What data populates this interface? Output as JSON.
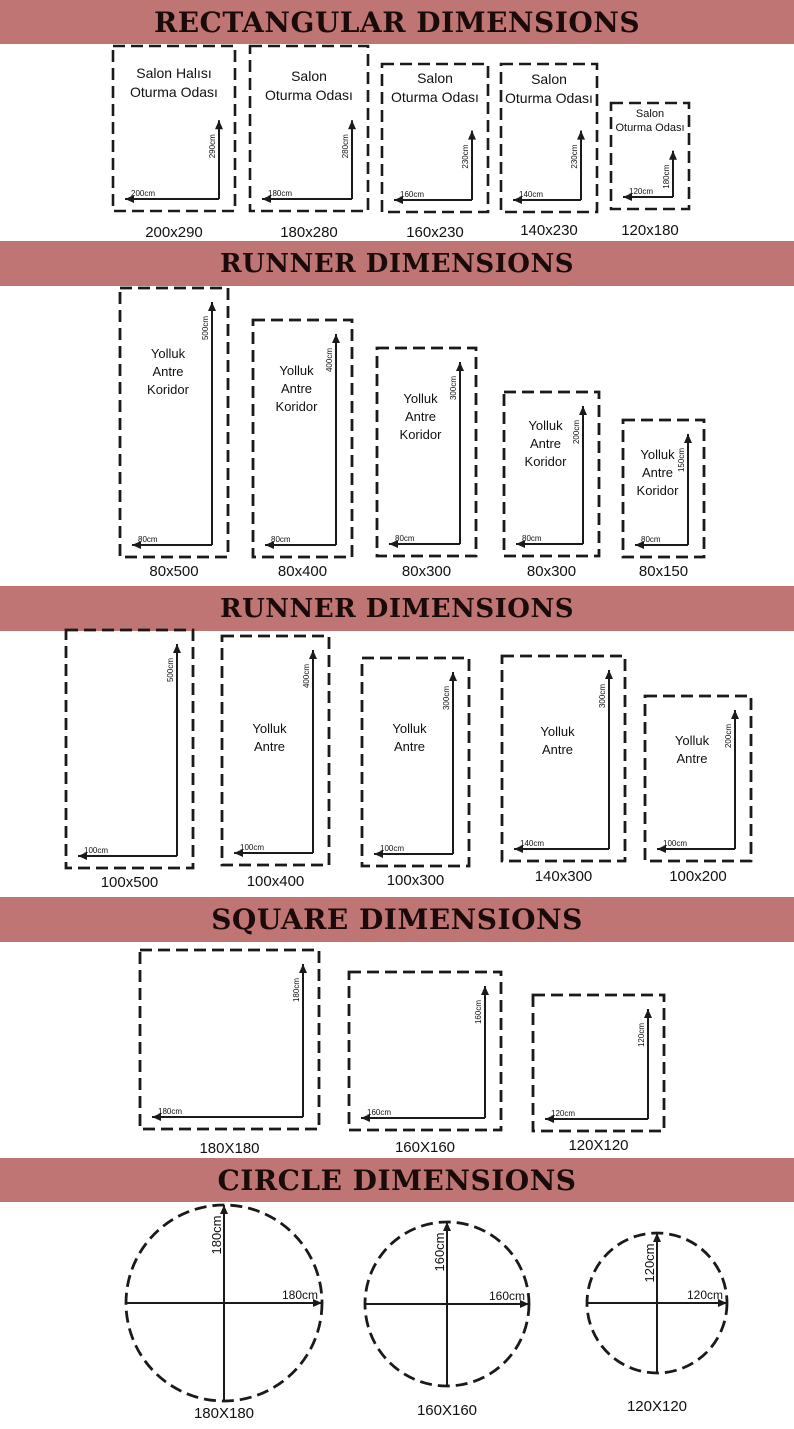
{
  "colors": {
    "band": "#c07575",
    "ink": "#1a1a1a",
    "text": "#111111"
  },
  "sections": [
    {
      "title": "RECTANGULAR DIMENSIONS",
      "items": [
        {
          "label_lines": [
            "Salon Halısı",
            "Oturma Odası"
          ],
          "width_label": "200cm",
          "height_label": "290cm",
          "caption": "200x290"
        },
        {
          "label_lines": [
            "Salon",
            "Oturma Odası"
          ],
          "width_label": "180cm",
          "height_label": "280cm",
          "caption": "180x280"
        },
        {
          "label_lines": [
            "Salon",
            "Oturma Odası"
          ],
          "width_label": "160cm",
          "height_label": "230cm",
          "caption": "160x230"
        },
        {
          "label_lines": [
            "Salon",
            "Oturma Odası"
          ],
          "width_label": "140cm",
          "height_label": "230cm",
          "caption": "140x230"
        },
        {
          "label_lines": [
            "Salon",
            "Oturma Odası"
          ],
          "width_label": "120cm",
          "height_label": "180cm",
          "caption": "120x180"
        }
      ]
    },
    {
      "title": "RUNNER DIMENSIONS",
      "items": [
        {
          "label_lines": [
            "Yolluk",
            "Antre",
            "Koridor"
          ],
          "width_label": "80cm",
          "height_label": "500cm",
          "caption": "80x500"
        },
        {
          "label_lines": [
            "Yolluk",
            "Antre",
            "Koridor"
          ],
          "width_label": "80cm",
          "height_label": "400cm",
          "caption": "80x400"
        },
        {
          "label_lines": [
            "Yolluk",
            "Antre",
            "Koridor"
          ],
          "width_label": "80cm",
          "height_label": "300cm",
          "caption": "80x300"
        },
        {
          "label_lines": [
            "Yolluk",
            "Antre",
            "Koridor"
          ],
          "width_label": "80cm",
          "height_label": "200cm",
          "caption": "80x300"
        },
        {
          "label_lines": [
            "Yolluk",
            "Antre",
            "Koridor"
          ],
          "width_label": "80cm",
          "height_label": "150cm",
          "caption": "80x150"
        }
      ]
    },
    {
      "title": "RUNNER DIMENSIONS",
      "items": [
        {
          "label_lines": [],
          "width_label": "100cm",
          "height_label": "500cm",
          "caption": "100x500"
        },
        {
          "label_lines": [
            "Yolluk",
            "Antre"
          ],
          "width_label": "100cm",
          "height_label": "400cm",
          "caption": "100x400"
        },
        {
          "label_lines": [
            "Yolluk",
            "Antre"
          ],
          "width_label": "100cm",
          "height_label": "300cm",
          "caption": "100x300"
        },
        {
          "label_lines": [
            "Yolluk",
            "Antre"
          ],
          "width_label": "140cm",
          "height_label": "300cm",
          "caption": "140x300"
        },
        {
          "label_lines": [
            "Yolluk",
            "Antre"
          ],
          "width_label": "100cm",
          "height_label": "200cm",
          "caption": "100x200"
        }
      ]
    },
    {
      "title": "SQUARE DIMENSIONS",
      "items": [
        {
          "label_lines": [],
          "width_label": "180cm",
          "height_label": "180cm",
          "caption": "180X180"
        },
        {
          "label_lines": [],
          "width_label": "160cm",
          "height_label": "160cm",
          "caption": "160X160"
        },
        {
          "label_lines": [],
          "width_label": "120cm",
          "height_label": "120cm",
          "caption": "120X120"
        }
      ]
    },
    {
      "title": "CIRCLE DIMENSIONS",
      "items": [
        {
          "width_label": "180cm",
          "height_label": "180cm",
          "caption": "180X180"
        },
        {
          "width_label": "160cm",
          "height_label": "160cm",
          "caption": "160X160"
        },
        {
          "width_label": "120cm",
          "height_label": "120cm",
          "caption": "120X120"
        }
      ]
    }
  ]
}
